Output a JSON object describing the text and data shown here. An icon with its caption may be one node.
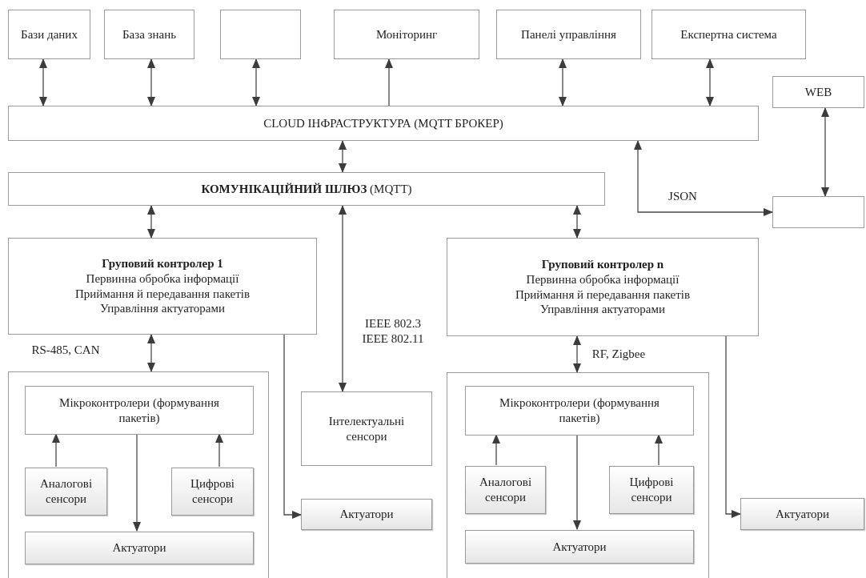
{
  "diagram": {
    "nodes": [
      {
        "text": [
          "Бази даних"
        ]
      },
      {
        "text": [
          "База знань"
        ]
      },
      {
        "text": [],
        "shape": "box"
      },
      {
        "text": [
          "Моніторинг"
        ]
      },
      {
        "text": [
          "Панелі управління"
        ]
      },
      {
        "text": [
          "Експертна система"
        ]
      },
      {
        "text": [
          "WEB"
        ]
      },
      {
        "text": [
          "CLOUD ІНФРАСТРУКТУРА (MQTT БРОКЕР)"
        ]
      },
      {
        "text": [
          "**КОМУНІКАЦІЙНИЙ ШЛЮЗ** (MQTT)"
        ]
      },
      {
        "text": [],
        "shape": "box"
      },
      {
        "text": [
          "Груповий контролер 1",
          "Первинна обробка інформації",
          "Приймання й передавання пакетів",
          "Управління актуаторами"
        ]
      },
      {
        "text": [
          "Груповий контролер n",
          "Первинна обробка інформації",
          "Приймання й передавання пакетів",
          "Управління актуаторами"
        ]
      },
      {
        "text": [],
        "shape": "box"
      },
      {
        "text": [
          "Мікроконтролери (формування пакетів)"
        ],
        "in": 12
      },
      {
        "text": [
          "Аналогові сенсори"
        ],
        "in": 12
      },
      {
        "text": [
          "Цифрові сенсори"
        ],
        "in": 12
      },
      {
        "text": [
          "Актуатори"
        ],
        "in": 12
      },
      {
        "text": [
          "Інтелектуальні сенсори"
        ]
      },
      {
        "text": [
          "Актуатори"
        ]
      },
      {
        "text": [],
        "shape": "box"
      },
      {
        "text": [
          "Мікроконтролери (формування пакетів)"
        ],
        "in": 19
      },
      {
        "text": [
          "Аналогові сенсори"
        ],
        "in": 19
      },
      {
        "text": [
          "Цифрові сенсори"
        ],
        "in": 19
      },
      {
        "text": [
          "Актуатори"
        ],
        "in": 19
      },
      {
        "text": [
          "Актуатори"
        ]
      }
    ],
    "edges": [
      {
        "from": 0,
        "to": 7,
        "arrow": "both"
      },
      {
        "from": 1,
        "to": 7,
        "arrow": "both"
      },
      {
        "from": 2,
        "to": 7,
        "arrow": "both"
      },
      {
        "from": 7,
        "to": 3,
        "arrow": "to"
      },
      {
        "from": 4,
        "to": 7,
        "arrow": "both"
      },
      {
        "from": 5,
        "to": 7,
        "arrow": "both"
      },
      {
        "from": 6,
        "to": 9,
        "arrow": "both"
      },
      {
        "from": 7,
        "to": 8,
        "arrow": "both"
      },
      {
        "from": 9,
        "to": 7,
        "arrow": "both",
        "label": "JSON"
      },
      {
        "from": 8,
        "to": 10,
        "arrow": "both"
      },
      {
        "from": 8,
        "to": 17,
        "arrow": "both",
        "label": "IEEE 802.3 IEEE 802.11"
      },
      {
        "from": 8,
        "to": 11,
        "arrow": "both"
      },
      {
        "from": 10,
        "to": 12,
        "arrow": "both",
        "label": "RS-485, CAN"
      },
      {
        "from": 10,
        "to": 18,
        "arrow": "to"
      },
      {
        "from": 14,
        "to": 13,
        "arrow": "to"
      },
      {
        "from": 15,
        "to": 13,
        "arrow": "to"
      },
      {
        "from": 13,
        "to": 16,
        "arrow": "to"
      },
      {
        "from": 11,
        "to": 19,
        "arrow": "both",
        "label": "RF, Zigbee"
      },
      {
        "from": 11,
        "to": 24,
        "arrow": "to"
      },
      {
        "from": 21,
        "to": 20,
        "arrow": "to"
      },
      {
        "from": 22,
        "to": 20,
        "arrow": "to"
      },
      {
        "from": 20,
        "to": 23,
        "arrow": "to"
      }
    ]
  }
}
